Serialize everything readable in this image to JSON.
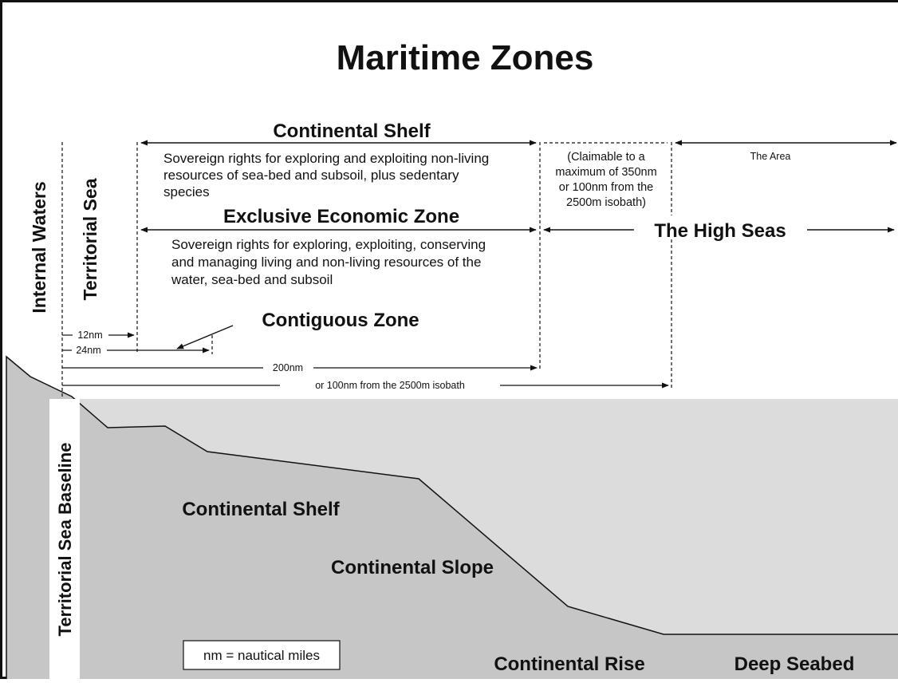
{
  "title": "Maritime Zones",
  "zones": {
    "continental_shelf": {
      "label": "Continental Shelf",
      "desc": [
        "Sovereign rights for exploring and exploiting non-living",
        "resources of sea-bed and subsoil, plus sedentary",
        "species"
      ]
    },
    "claimable": {
      "lines": [
        "(Claimable to a",
        "maximum of 350nm",
        "or 100nm from the",
        "2500m isobath)"
      ]
    },
    "the_area": "The Area",
    "eez": {
      "label": "Exclusive Economic Zone",
      "desc": [
        "Sovereign rights for exploring, exploiting, conserving",
        "and managing living and non-living resources of the",
        "water, sea-bed and subsoil"
      ]
    },
    "high_seas": "The High Seas",
    "contiguous": "Contiguous Zone",
    "internal_waters": "Internal Waters",
    "territorial_sea": "Territorial Sea",
    "baseline": "Territorial Sea Baseline"
  },
  "distances": {
    "nm12": "12nm",
    "nm24": "24nm",
    "nm200": "200nm",
    "isobath": "or 100nm from the 2500m isobath"
  },
  "seabed": {
    "shelf": "Continental Shelf",
    "slope": "Continental Slope",
    "rise": "Continental Rise",
    "deep": "Deep Seabed"
  },
  "legend": "nm = nautical miles",
  "colors": {
    "land": "#c6c6c6",
    "sea": "#dcdcdc",
    "ink": "#111111"
  }
}
